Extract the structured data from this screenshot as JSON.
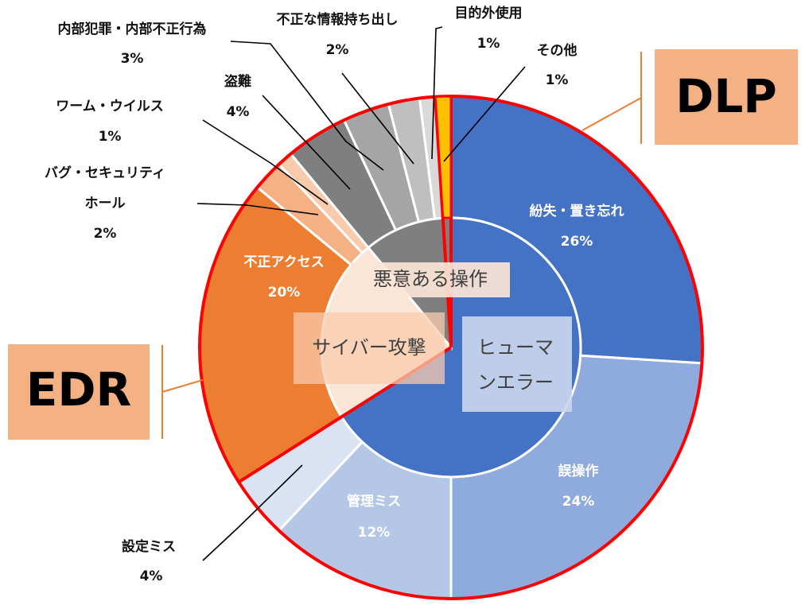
{
  "chart_data": {
    "type": "pie",
    "outer_ring": [
      {
        "category": "紛失・置き忘れ",
        "value": 26,
        "label": "26%",
        "color": "#4472C4",
        "label_color": "white"
      },
      {
        "category": "誤操作",
        "value": 24,
        "label": "24%",
        "color": "#8FAADC",
        "label_color": "white"
      },
      {
        "category": "管理ミス",
        "value": 12,
        "label": "12%",
        "color": "#B4C7E7",
        "label_color": "white"
      },
      {
        "category": "設定ミス",
        "value": 4,
        "label": "4%",
        "color": "#DAE3F3",
        "label_color": "dark"
      },
      {
        "category": "不正アクセス",
        "value": 20,
        "label": "20%",
        "color": "#ED7D31",
        "label_color": "white"
      },
      {
        "category": "バグ・セキュリティホール",
        "value": 2,
        "label": "2%",
        "color": "#F4B183",
        "label_color": "dark"
      },
      {
        "category": "ワーム・ウイルス",
        "value": 1,
        "label": "1%",
        "color": "#F8CBAD",
        "label_color": "dark"
      },
      {
        "category": "盗難",
        "value": 4,
        "label": "4%",
        "color": "#7F7F7F",
        "label_color": "dark"
      },
      {
        "category": "内部犯罪・内部不正行為",
        "value": 3,
        "label": "3%",
        "color": "#A5A5A5",
        "label_color": "dark"
      },
      {
        "category": "不正な情報持ち出し",
        "value": 2,
        "label": "2%",
        "color": "#BFBFBF",
        "label_color": "dark"
      },
      {
        "category": "目的外使用",
        "value": 1,
        "label": "1%",
        "color": "#D9D9D9",
        "label_color": "dark"
      },
      {
        "category": "その他",
        "value": 1,
        "label": "1%",
        "color": "#FFC000",
        "label_color": "dark"
      }
    ],
    "inner_ring": [
      {
        "name": "ヒューマンエラー",
        "value": 66,
        "color": "#4472C4"
      },
      {
        "name": "サイバー攻撃",
        "value": 23,
        "color": "#FBE5D6"
      },
      {
        "name": "悪意ある操作",
        "value": 11,
        "color": "#7F7F7F"
      }
    ],
    "group_labels": [
      {
        "lines": [
          "ヒューマ",
          "ンエラー"
        ]
      },
      {
        "lines": [
          "サイバー攻撃"
        ]
      },
      {
        "lines": [
          "悪意ある操作"
        ]
      }
    ],
    "highlight_outline_color": "#FF0000",
    "badges": [
      {
        "text": "DLP",
        "color": "#F4B183"
      },
      {
        "text": "EDR",
        "color": "#F4B183"
      }
    ],
    "leader_color": "#ED7D31"
  }
}
